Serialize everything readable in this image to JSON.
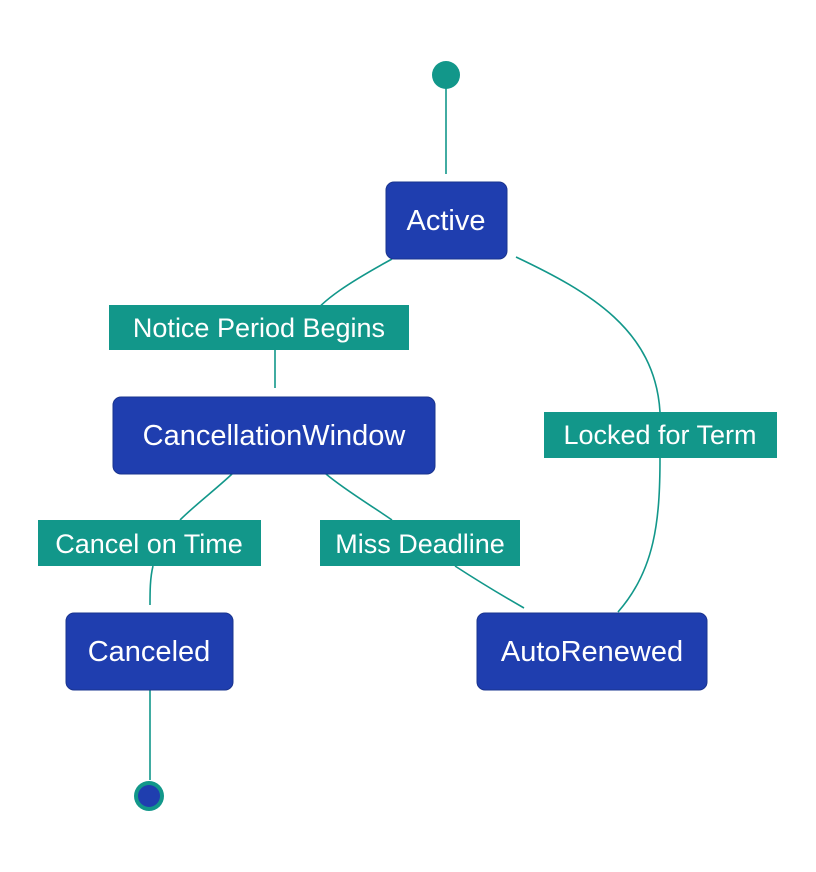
{
  "diagram": {
    "type": "state-machine",
    "states": {
      "active": "Active",
      "cancellation_window": "CancellationWindow",
      "canceled": "Canceled",
      "auto_renewed": "AutoRenewed"
    },
    "transitions": {
      "notice_period_begins": "Notice Period Begins",
      "locked_for_term": "Locked for Term",
      "cancel_on_time": "Cancel on Time",
      "miss_deadline": "Miss Deadline"
    },
    "colors": {
      "state_fill": "#1f3eaf",
      "edge": "#12978a",
      "label_fill": "#12978a",
      "text": "#ffffff"
    }
  }
}
